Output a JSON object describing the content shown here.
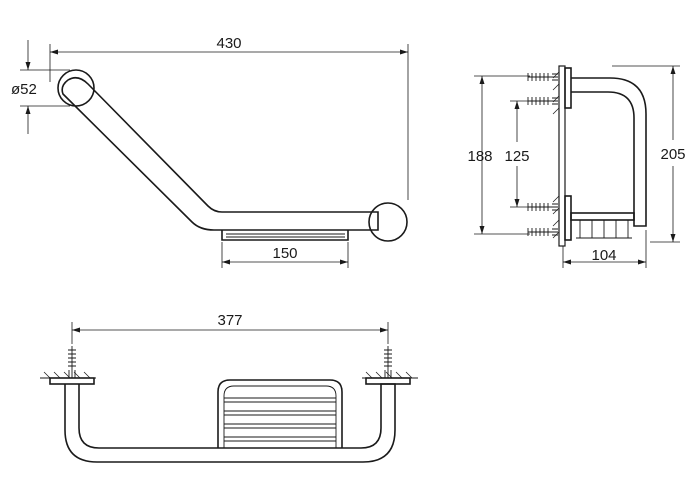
{
  "dimensions": {
    "top_length": "430",
    "rosette_diameter": "ø52",
    "basket_length": "150",
    "side_total_height": "188",
    "side_fixing_distance": "125",
    "side_overall_height": "205",
    "side_depth": "104",
    "front_fixing_distance": "377"
  },
  "colors": {
    "line": "#1a1a1a",
    "background": "#ffffff"
  }
}
